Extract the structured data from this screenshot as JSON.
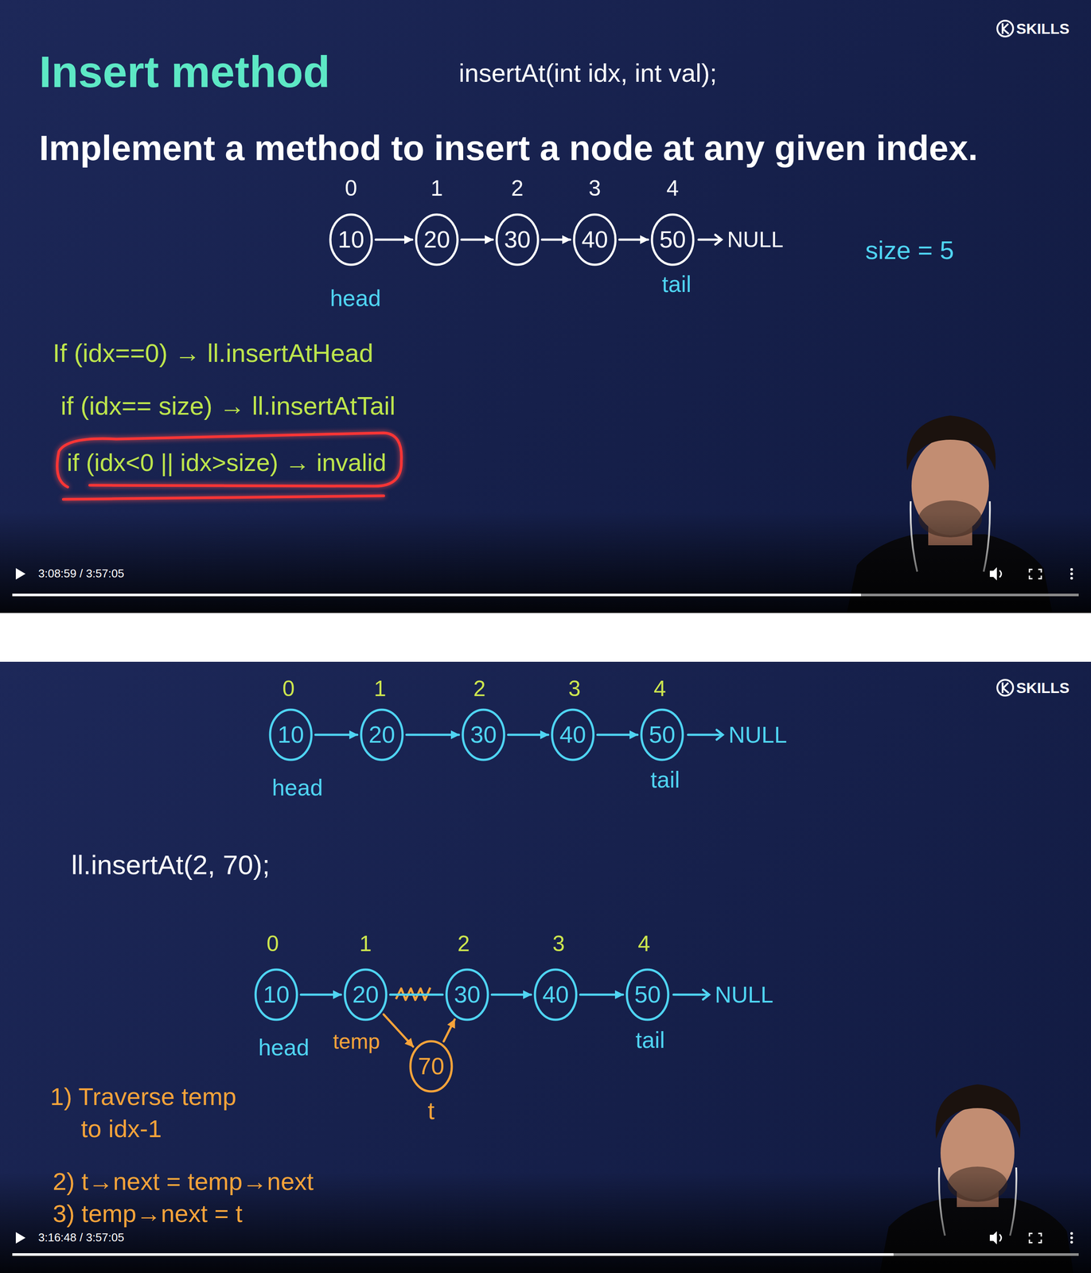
{
  "diagram": {
    "title": "Insert method",
    "nodes": [
      {
        "text": [
          "10"
        ]
      },
      {
        "text": [
          "20"
        ]
      },
      {
        "text": [
          "30"
        ]
      },
      {
        "text": [
          "40"
        ]
      },
      {
        "text": [
          "50"
        ]
      },
      {
        "text": [
          "10"
        ]
      },
      {
        "text": [
          "20"
        ]
      },
      {
        "text": [
          "30"
        ]
      },
      {
        "text": [
          "40"
        ]
      },
      {
        "text": [
          "50"
        ]
      },
      {
        "text": [
          "10"
        ]
      },
      {
        "text": [
          "20"
        ]
      },
      {
        "text": [
          "30"
        ]
      },
      {
        "text": [
          "40"
        ]
      },
      {
        "text": [
          "50"
        ]
      },
      {
        "text": [
          "70"
        ]
      }
    ],
    "edges": [
      {
        "from": 0,
        "to": 1,
        "arrow": "to"
      },
      {
        "from": 1,
        "to": 2,
        "arrow": "to"
      },
      {
        "from": 2,
        "to": 3,
        "arrow": "to"
      },
      {
        "from": 3,
        "to": 4,
        "arrow": "to"
      },
      {
        "from": 5,
        "to": 6,
        "arrow": "to"
      },
      {
        "from": 6,
        "to": 7,
        "arrow": "to"
      },
      {
        "from": 7,
        "to": 8,
        "arrow": "to"
      },
      {
        "from": 8,
        "to": 9,
        "arrow": "to"
      },
      {
        "from": 10,
        "to": 11,
        "arrow": "to"
      },
      {
        "from": 11,
        "to": 12,
        "arrow": "none"
      },
      {
        "from": 12,
        "to": 13,
        "arrow": "to"
      },
      {
        "from": 13,
        "to": 14,
        "arrow": "to"
      },
      {
        "from": 11,
        "to": 15,
        "arrow": "to"
      },
      {
        "from": 15,
        "to": 12,
        "arrow": "to"
      }
    ],
    "labels": [
      "insertAt(int idx, int val);",
      "Implement a method to insert a node at any given index.",
      "SKILLS",
      "0",
      "1",
      "2",
      "3",
      "4",
      "NULL",
      "head",
      "tail",
      "size = 5",
      "If (idx==0) → ll.insertAtHead",
      "if (idx== size) → ll.insertAtTail",
      "if (idx<0 || idx>size) → invalid",
      "3:08:59 / 3:57:05",
      "SKILLS",
      "0",
      "1",
      "2",
      "3",
      "4",
      "NULL",
      "head",
      "tail",
      "ll.insertAt(2, 70);",
      "0",
      "1",
      "2",
      "3",
      "4",
      "NULL",
      "head",
      "temp",
      "tail",
      "t",
      "1) Traverse temp to idx-1",
      "2) t→next = temp→next",
      "3) temp→next = t",
      "3:16:48 / 3:57:05"
    ]
  }
}
